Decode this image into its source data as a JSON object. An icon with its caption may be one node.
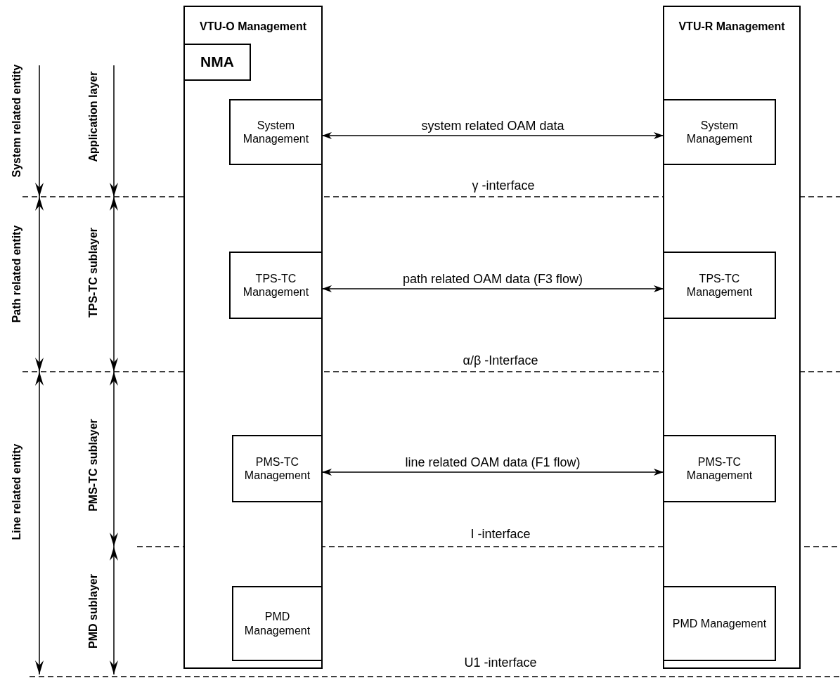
{
  "diagram": {
    "nodes": [
      {
        "text": [
          "VTU-O Management"
        ]
      },
      {
        "text": [
          "NMA"
        ],
        "in": 0
      },
      {
        "text": [
          "System Management"
        ],
        "in": 0
      },
      {
        "text": [
          "TPS-TC Management"
        ],
        "in": 0
      },
      {
        "text": [
          "PMS-TC Management"
        ],
        "in": 0
      },
      {
        "text": [
          "PMD Management"
        ],
        "in": 0
      },
      {
        "text": [
          "VTU-R Management"
        ]
      },
      {
        "text": [
          "System Management"
        ],
        "in": 6
      },
      {
        "text": [
          "TPS-TC Management"
        ],
        "in": 6
      },
      {
        "text": [
          "PMS-TC Management"
        ],
        "in": 6
      },
      {
        "text": [
          "PMD Management"
        ],
        "in": 6
      }
    ],
    "edges": [
      {
        "from": 2,
        "to": 7,
        "arrow": "both",
        "label": "system related OAM data"
      },
      {
        "from": 3,
        "to": 8,
        "arrow": "both",
        "label": "path related OAM data (F3 flow)"
      },
      {
        "from": 4,
        "to": 9,
        "arrow": "both",
        "label": "line related OAM data (F1 flow)"
      }
    ],
    "labels": [
      "System related entity",
      "Application layer",
      "γ -interface",
      "Path related entity",
      "TPS-TC sublayer",
      "α/β -Interface",
      "Line related entity",
      "PMS-TC sublayer",
      "I -interface",
      "PMD sublayer",
      "U1 -interface"
    ]
  }
}
